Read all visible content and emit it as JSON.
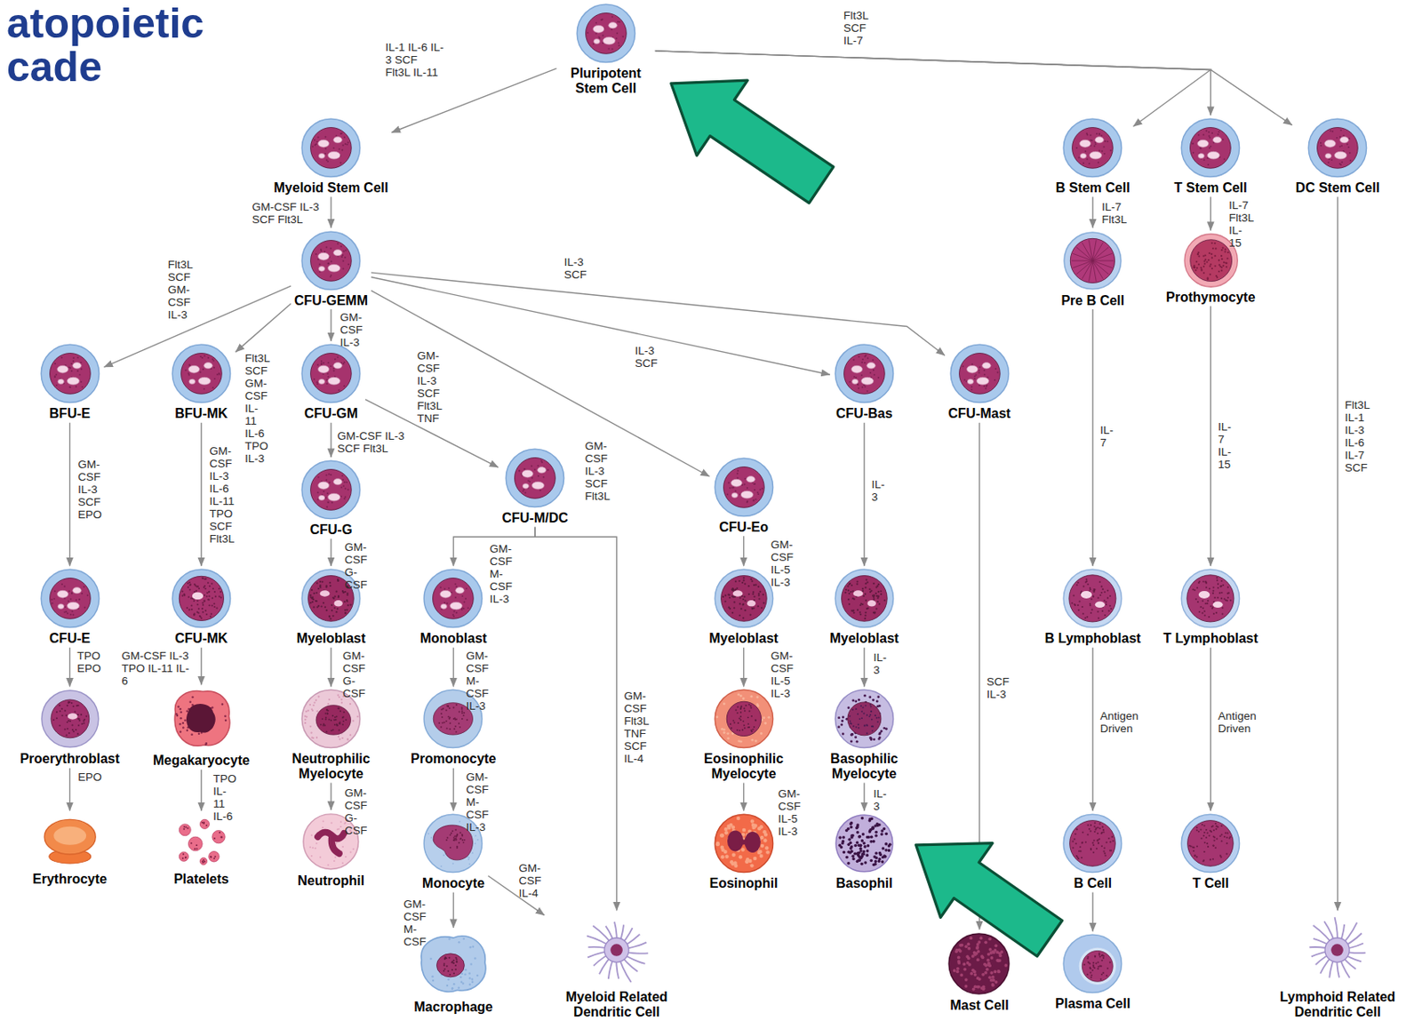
{
  "diagram": {
    "title": "atopoietic cade",
    "nodes": [
      {
        "text": [
          "Pluripotent Stem Cell"
        ]
      },
      {
        "text": [
          "Myeloid Stem Cell"
        ]
      },
      {
        "text": [
          "B Stem Cell"
        ]
      },
      {
        "text": [
          "T Stem Cell"
        ]
      },
      {
        "text": [
          "DC Stem Cell"
        ]
      },
      {
        "text": [
          "CFU-GEMM"
        ]
      },
      {
        "text": [
          "Pre B Cell"
        ]
      },
      {
        "text": [
          "Prothymocyte"
        ]
      },
      {
        "text": [
          "BFU-E"
        ]
      },
      {
        "text": [
          "BFU-MK"
        ]
      },
      {
        "text": [
          "CFU-GM"
        ]
      },
      {
        "text": [
          "CFU-Bas"
        ]
      },
      {
        "text": [
          "CFU-Mast"
        ]
      },
      {
        "text": [
          "CFU-M/DC"
        ]
      },
      {
        "text": [
          "CFU-Eo"
        ]
      },
      {
        "text": [
          "CFU-G"
        ]
      },
      {
        "text": [
          "CFU-E"
        ]
      },
      {
        "text": [
          "CFU-MK"
        ]
      },
      {
        "text": [
          "Myeloblast"
        ]
      },
      {
        "text": [
          "Monoblast"
        ]
      },
      {
        "text": [
          "Myeloblast"
        ]
      },
      {
        "text": [
          "Myeloblast"
        ]
      },
      {
        "text": [
          "B Lymphoblast"
        ]
      },
      {
        "text": [
          "T Lymphoblast"
        ]
      },
      {
        "text": [
          "Proerythroblast"
        ]
      },
      {
        "text": [
          "Megakaryocyte"
        ]
      },
      {
        "text": [
          "Neutrophilic Myelocyte"
        ]
      },
      {
        "text": [
          "Promonocyte"
        ]
      },
      {
        "text": [
          "Eosinophilic Myelocyte"
        ]
      },
      {
        "text": [
          "Basophilic Myelocyte"
        ]
      },
      {
        "text": [
          "Erythrocyte"
        ]
      },
      {
        "text": [
          "Platelets"
        ]
      },
      {
        "text": [
          "Neutrophil"
        ]
      },
      {
        "text": [
          "Monocyte"
        ]
      },
      {
        "text": [
          "Eosinophil"
        ]
      },
      {
        "text": [
          "Basophil"
        ]
      },
      {
        "text": [
          "B Cell"
        ]
      },
      {
        "text": [
          "T Cell"
        ]
      },
      {
        "text": [
          "Macrophage"
        ]
      },
      {
        "text": [
          "Myeloid Related Dendritic Cell"
        ]
      },
      {
        "text": [
          "Mast Cell"
        ]
      },
      {
        "text": [
          "Plasma Cell"
        ]
      },
      {
        "text": [
          "Lymphoid Related Dendritic Cell"
        ]
      }
    ],
    "edges": [
      {
        "from": 0,
        "to": 1,
        "arrow": "to",
        "label": "IL-1 IL-6 IL-3 SCF Flt3L IL-11"
      },
      {
        "from": 0,
        "to": 2,
        "arrow": "to"
      },
      {
        "from": 0,
        "to": 3,
        "arrow": "to",
        "label": "Flt3L SCF IL-7"
      },
      {
        "from": 0,
        "to": 4,
        "arrow": "to"
      },
      {
        "from": 1,
        "to": 5,
        "arrow": "to",
        "label": "GM-CSF IL-3 SCF Flt3L"
      },
      {
        "from": 5,
        "to": 8,
        "arrow": "to",
        "label": "Flt3L SCF GM-CSF IL-3"
      },
      {
        "from": 5,
        "to": 9,
        "arrow": "to",
        "label": "Flt3L SCF GM-CSF IL-11 IL-6 TPO IL-3"
      },
      {
        "from": 5,
        "to": 10,
        "arrow": "to",
        "label": "GM-CSF IL-3"
      },
      {
        "from": 5,
        "to": 14,
        "arrow": "to",
        "label": "GM-CSF IL-3 SCF Flt3L"
      },
      {
        "from": 5,
        "to": 11,
        "arrow": "to",
        "label": "IL-3 SCF"
      },
      {
        "from": 5,
        "to": 12,
        "arrow": "to",
        "label": "IL-3 SCF"
      },
      {
        "from": 2,
        "to": 6,
        "arrow": "to",
        "label": "IL-7 Flt3L"
      },
      {
        "from": 3,
        "to": 7,
        "arrow": "to",
        "label": "IL-7 Flt3L IL-15"
      },
      {
        "from": 8,
        "to": 16,
        "arrow": "to",
        "label": "GM-CSF IL-3 SCF EPO"
      },
      {
        "from": 9,
        "to": 17,
        "arrow": "to",
        "label": "GM-CSF IL-3 IL-6 IL-11 TPO SCF Flt3L"
      },
      {
        "from": 10,
        "to": 15,
        "arrow": "to",
        "label": "GM-CSF IL-3 SCF Flt3L"
      },
      {
        "from": 10,
        "to": 13,
        "arrow": "to",
        "label": "GM-CSF IL-3 SCF Flt3L TNF"
      },
      {
        "from": 11,
        "to": 21,
        "arrow": "to",
        "label": "IL-3"
      },
      {
        "from": 12,
        "to": 40,
        "arrow": "to",
        "label": "SCF IL-3"
      },
      {
        "from": 6,
        "to": 22,
        "arrow": "to",
        "label": "IL-7"
      },
      {
        "from": 7,
        "to": 23,
        "arrow": "to",
        "label": "IL-7 IL-15"
      },
      {
        "from": 4,
        "to": 42,
        "arrow": "to",
        "label": "Flt3L IL-1 IL-3 IL-6 IL-7 SCF"
      },
      {
        "from": 16,
        "to": 24,
        "arrow": "to",
        "label": "TPO EPO"
      },
      {
        "from": 17,
        "to": 25,
        "arrow": "to",
        "label": "GM-CSF IL-3 TPO IL-11 IL-6"
      },
      {
        "from": 15,
        "to": 18,
        "arrow": "to",
        "label": "GM-CSF G-CSF"
      },
      {
        "from": 13,
        "to": 19,
        "arrow": "to",
        "label": "GM-CSF M-CSF IL-3"
      },
      {
        "from": 13,
        "to": 39,
        "arrow": "to",
        "label": "GM-CSF Flt3L TNF SCF IL-4"
      },
      {
        "from": 14,
        "to": 20,
        "arrow": "to",
        "label": "GM-CSF IL-5 IL-3"
      },
      {
        "from": 20,
        "to": 28,
        "arrow": "to",
        "label": "GM-CSF IL-5 IL-3"
      },
      {
        "from": 28,
        "to": 34,
        "arrow": "to",
        "label": "GM-CSF IL-5 IL-3"
      },
      {
        "from": 21,
        "to": 29,
        "arrow": "to",
        "label": "IL-3"
      },
      {
        "from": 29,
        "to": 35,
        "arrow": "to",
        "label": "IL-3"
      },
      {
        "from": 24,
        "to": 30,
        "arrow": "to",
        "label": "EPO"
      },
      {
        "from": 25,
        "to": 31,
        "arrow": "to",
        "label": "TPO IL-11 IL-6"
      },
      {
        "from": 18,
        "to": 26,
        "arrow": "to",
        "label": "GM-CSF G-CSF"
      },
      {
        "from": 26,
        "to": 32,
        "arrow": "to",
        "label": "GM-CSF G-CSF"
      },
      {
        "from": 19,
        "to": 27,
        "arrow": "to",
        "label": "GM-CSF M-CSF IL-3"
      },
      {
        "from": 27,
        "to": 33,
        "arrow": "to",
        "label": "GM-CSF M-CSF IL-3"
      },
      {
        "from": 33,
        "to": 38,
        "arrow": "to",
        "label": "GM-CSF M-CSF"
      },
      {
        "from": 33,
        "to": 39,
        "arrow": "to",
        "label": "GM-CSF IL-4"
      },
      {
        "from": 22,
        "to": 36,
        "arrow": "to",
        "label": "Antigen Driven"
      },
      {
        "from": 23,
        "to": 37,
        "arrow": "to",
        "label": "Antigen Driven"
      },
      {
        "from": 36,
        "to": 41,
        "arrow": "to"
      }
    ]
  }
}
